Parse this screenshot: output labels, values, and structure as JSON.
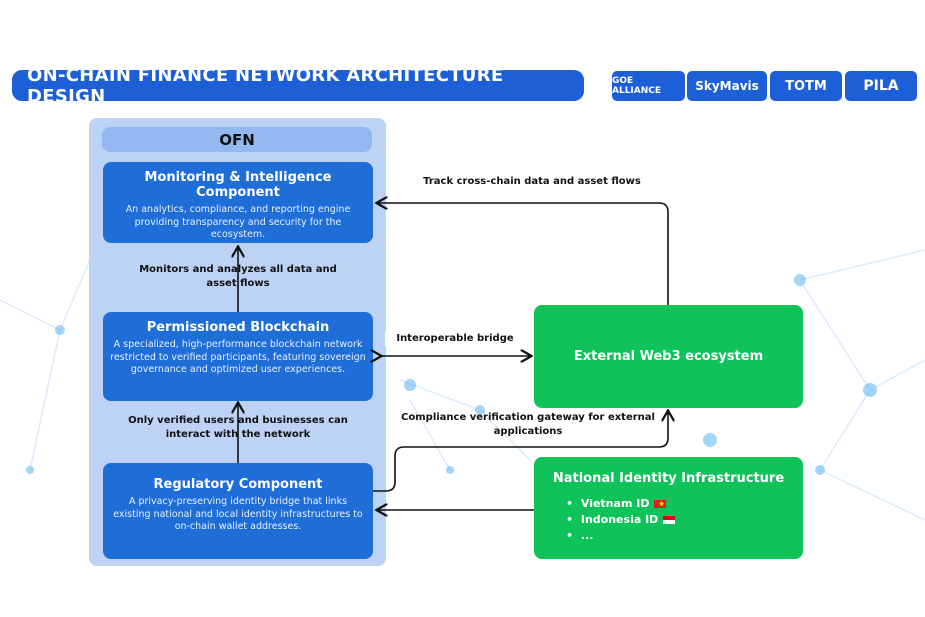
{
  "header": {
    "title": "ON-CHAIN FINANCE NETWORK ARCHITECTURE DESIGN"
  },
  "logos": [
    {
      "name": "GOE ALLIANCE"
    },
    {
      "name": "SkyMavis"
    },
    {
      "name": "TOTM"
    },
    {
      "name": "PILA"
    }
  ],
  "ofn": {
    "title": "OFN",
    "monitoring": {
      "title": "Monitoring & Intelligence Component",
      "desc": "An analytics, compliance, and reporting engine providing transparency and security for the ecosystem."
    },
    "monitor_label": "Monitors and analyzes all data and asset flows",
    "blockchain": {
      "title": "Permissioned Blockchain",
      "desc": "A specialized, high-performance blockchain network restricted to verified participants, featuring sovereign governance and optimized user experiences."
    },
    "verified_label": "Only verified users and businesses can interact with the network",
    "regulatory": {
      "title": "Regulatory Component",
      "desc": "A privacy-preserving identity bridge that links existing national and local identity infrastructures to on-chain wallet addresses."
    }
  },
  "external": {
    "title": "External Web3 ecosystem"
  },
  "national": {
    "title": "National Identity Infrastructure",
    "items": [
      "Vietnam ID",
      "Indonesia ID",
      "..."
    ]
  },
  "arrows": {
    "track": "Track cross-chain data and asset flows",
    "bridge": "Interoperable bridge",
    "compliance": "Compliance verification gateway for external applications"
  },
  "colors": {
    "primary_blue": "#1f6ed8",
    "panel": "#bcd3f5",
    "green": "#0fc25a"
  }
}
